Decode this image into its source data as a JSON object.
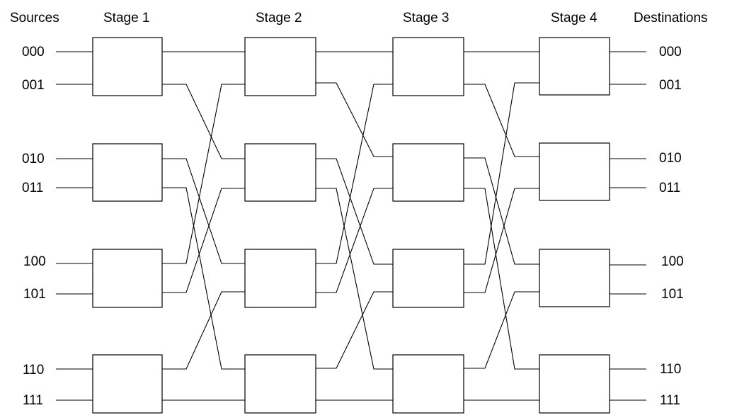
{
  "headers": {
    "sources": "Sources",
    "stage1": "Stage 1",
    "stage2": "Stage 2",
    "stage3": "Stage 3",
    "stage4": "Stage 4",
    "destinations": "Destinations"
  },
  "sources": [
    "000",
    "001",
    "010",
    "011",
    "100",
    "101",
    "110",
    "111"
  ],
  "destinations": [
    "000",
    "001",
    "010",
    "011",
    "100",
    "101",
    "110",
    "111"
  ]
}
